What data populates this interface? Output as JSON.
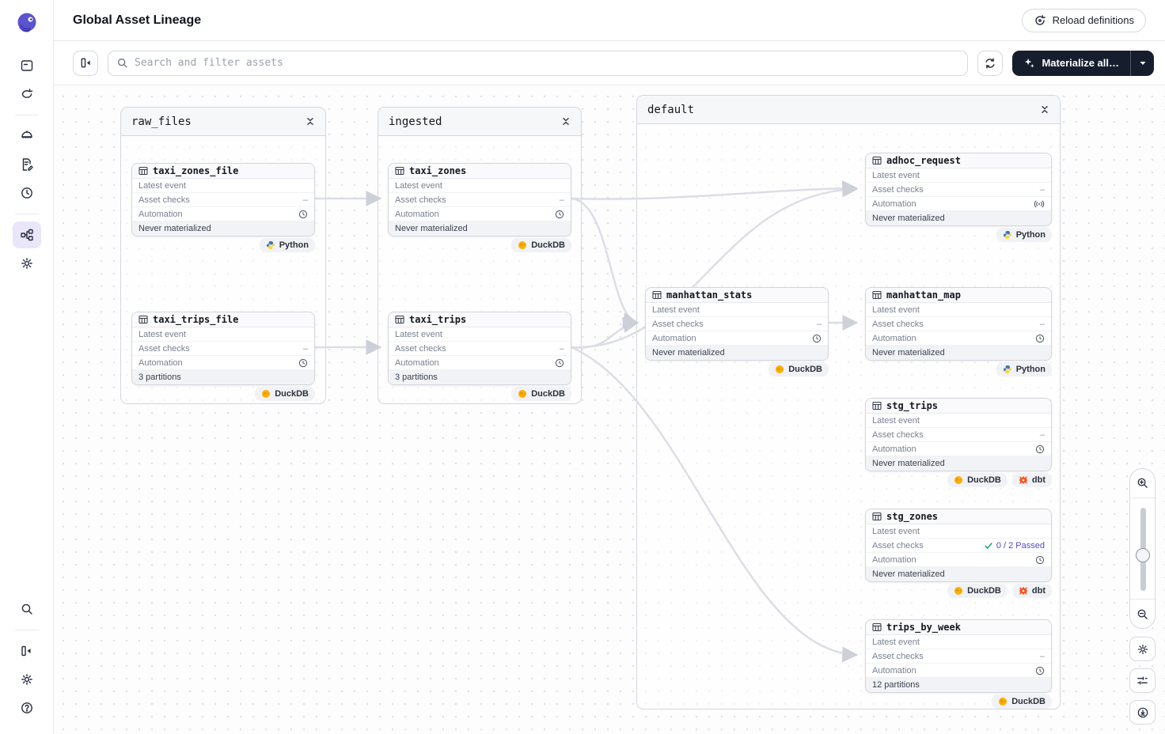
{
  "header": {
    "title": "Global Asset Lineage",
    "reload_label": "Reload definitions"
  },
  "toolbar": {
    "search_placeholder": "Search and filter assets",
    "materialize_label": "Materialize all…"
  },
  "labels": {
    "latest_event": "Latest event",
    "asset_checks": "Asset checks",
    "automation": "Automation"
  },
  "groups": {
    "raw_files": {
      "title": "raw_files"
    },
    "ingested": {
      "title": "ingested"
    },
    "default": {
      "title": "default"
    }
  },
  "nodes": {
    "taxi_zones_file": {
      "name": "taxi_zones_file",
      "checks": "–",
      "footer": "Never materialized",
      "tags": [
        "Python"
      ]
    },
    "taxi_trips_file": {
      "name": "taxi_trips_file",
      "checks": "–",
      "footer": "3 partitions",
      "tags": [
        "DuckDB"
      ]
    },
    "taxi_zones": {
      "name": "taxi_zones",
      "checks": "–",
      "footer": "Never materialized",
      "tags": [
        "DuckDB"
      ]
    },
    "taxi_trips": {
      "name": "taxi_trips",
      "checks": "–",
      "footer": "3 partitions",
      "tags": [
        "DuckDB"
      ]
    },
    "adhoc_request": {
      "name": "adhoc_request",
      "checks": "–",
      "footer": "Never materialized",
      "tags": [
        "Python"
      ]
    },
    "manhattan_stats": {
      "name": "manhattan_stats",
      "checks": "–",
      "footer": "Never materialized",
      "tags": [
        "DuckDB"
      ]
    },
    "manhattan_map": {
      "name": "manhattan_map",
      "checks": "–",
      "footer": "Never materialized",
      "tags": [
        "Python"
      ]
    },
    "stg_trips": {
      "name": "stg_trips",
      "checks": "–",
      "footer": "Never materialized",
      "tags": [
        "DuckDB",
        "dbt"
      ]
    },
    "stg_zones": {
      "name": "stg_zones",
      "checks": "0 / 2 Passed",
      "footer": "Never materialized",
      "tags": [
        "DuckDB",
        "dbt"
      ]
    },
    "trips_by_week": {
      "name": "trips_by_week",
      "checks": "–",
      "footer": "12 partitions",
      "tags": [
        "DuckDB"
      ]
    }
  },
  "colors": {
    "accent": "#4F43DD",
    "edge": "#DCDEE5",
    "check_pass_text": "#5048C8",
    "check_green": "#1FA97A",
    "duckdb": "#FFB000",
    "dbt": "#FF4F1F",
    "python_blue": "#3776AB",
    "python_yellow": "#FFD43B",
    "materialize_bg": "#161E2E"
  }
}
